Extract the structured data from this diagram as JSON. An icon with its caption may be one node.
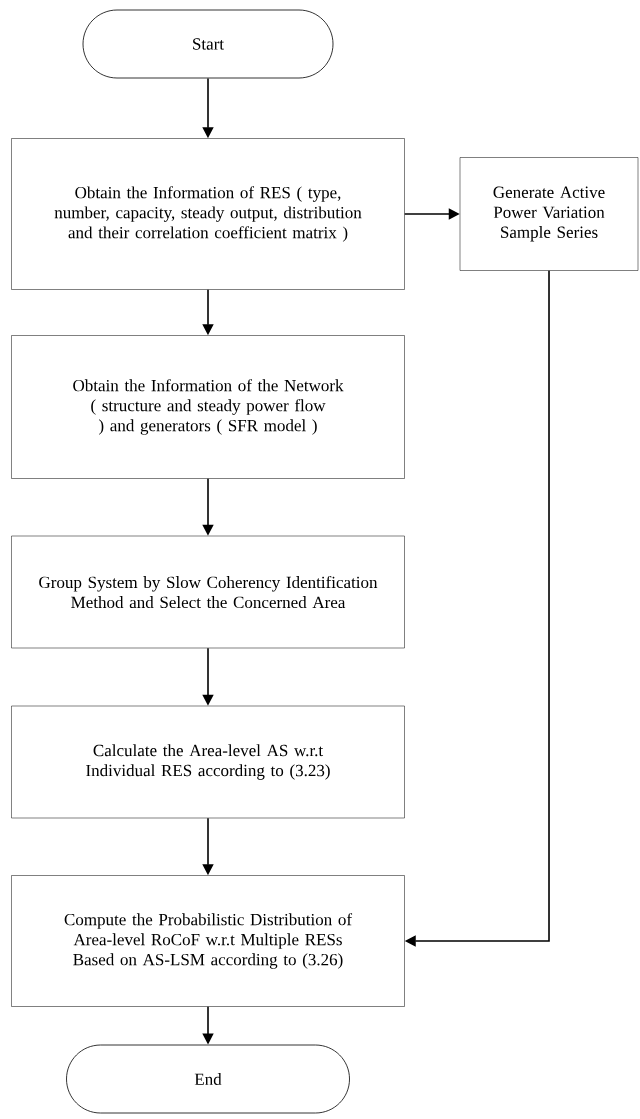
{
  "diagram": {
    "nodes": [
      {
        "text": [
          "Start"
        ]
      },
      {
        "text": [
          "Obtain the Information of RES ( type, number, capacity, steady output, distribution and their correlation coefficient matrix )"
        ]
      },
      {
        "text": [
          "Generate Active Power Variation Sample Series"
        ]
      },
      {
        "text": [
          "Obtain the Information of the Network ( structure and steady power flow ) and generators ( SFR model )"
        ]
      },
      {
        "text": [
          "Group System by Slow Coherency Identification Method and Select the Concerned  Area"
        ]
      },
      {
        "text": [
          "Calculate the Area-level AS w.r.t Individual RES according to (3.23)"
        ]
      },
      {
        "text": [
          "Compute the Probabilistic Distribution of Area-level RoCoF w.r.t Multiple RESs Based on AS-LSM according to (3.26)"
        ]
      },
      {
        "text": [
          "End"
        ]
      }
    ],
    "edges": [
      {
        "from": 0,
        "to": 1,
        "arrow": "to"
      },
      {
        "from": 1,
        "to": 2,
        "arrow": "to"
      },
      {
        "from": 1,
        "to": 3,
        "arrow": "to"
      },
      {
        "from": 3,
        "to": 4,
        "arrow": "to"
      },
      {
        "from": 4,
        "to": 5,
        "arrow": "to"
      },
      {
        "from": 5,
        "to": 6,
        "arrow": "to"
      },
      {
        "from": 2,
        "to": 6,
        "arrow": "to"
      },
      {
        "from": 6,
        "to": 7,
        "arrow": "to"
      }
    ]
  }
}
